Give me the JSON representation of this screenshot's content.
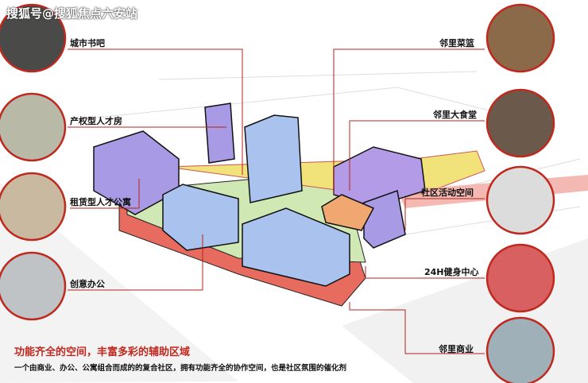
{
  "watermark": "搜狐号@搜狐焦点六安站",
  "left_labels": [
    "城市书吧",
    "产权型人才房",
    "租赁型人才公寓",
    "创意办公"
  ],
  "right_labels": [
    "邻里菜篮",
    "邻里大食堂",
    "社区活动空间",
    "24H健身中心",
    "邻里商业"
  ],
  "title": "功能齐全的空间，丰富多彩的辅助区域",
  "subtitle": "一个由商业、办公、公寓组合而成的的复合社区，拥有功能齐全的协作空间，也是社区氛围的催化剂",
  "colors": {
    "accent": "#c0281e",
    "residential": "#a99ae6",
    "office": "#a9c3ee",
    "green": "#cfe8b4",
    "pink": "#f2a8a0"
  }
}
